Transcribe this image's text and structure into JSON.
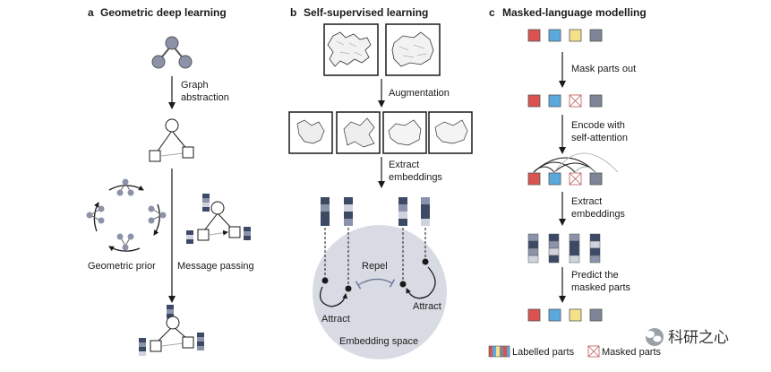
{
  "colors": {
    "red": "#d9534f",
    "blue": "#5aa9dd",
    "yellow": "#f6e08a",
    "grey": "#7d8596",
    "node": "#8c93a8",
    "dark_block": "#3c4a66",
    "mid_block": "#8a93aa",
    "light_block": "#cfd3de",
    "embedding_space": "#d8dbe3"
  },
  "panel_a": {
    "letter": "a",
    "title": "Geometric deep learning",
    "step1_line1": "Graph",
    "step1_line2": "abstraction",
    "geometric_prior": "Geometric prior",
    "message_passing": "Message passing"
  },
  "panel_b": {
    "letter": "b",
    "title": "Self-supervised learning",
    "augmentation": "Augmentation",
    "extract_line1": "Extract",
    "extract_line2": "embeddings",
    "repel": "Repel",
    "attract_left": "Attract",
    "attract_right": "Attract",
    "embedding_space": "Embedding space"
  },
  "panel_c": {
    "letter": "c",
    "title": "Masked-language modelling",
    "mask": "Mask parts out",
    "encode_line1": "Encode with",
    "encode_line2": "self-attention",
    "extract_line1": "Extract",
    "extract_line2": "embeddings",
    "predict_line1": "Predict the",
    "predict_line2": "masked parts"
  },
  "legend": {
    "labelled": "Labelled parts",
    "masked": "Masked parts"
  },
  "watermark": {
    "text": "科研之心"
  }
}
